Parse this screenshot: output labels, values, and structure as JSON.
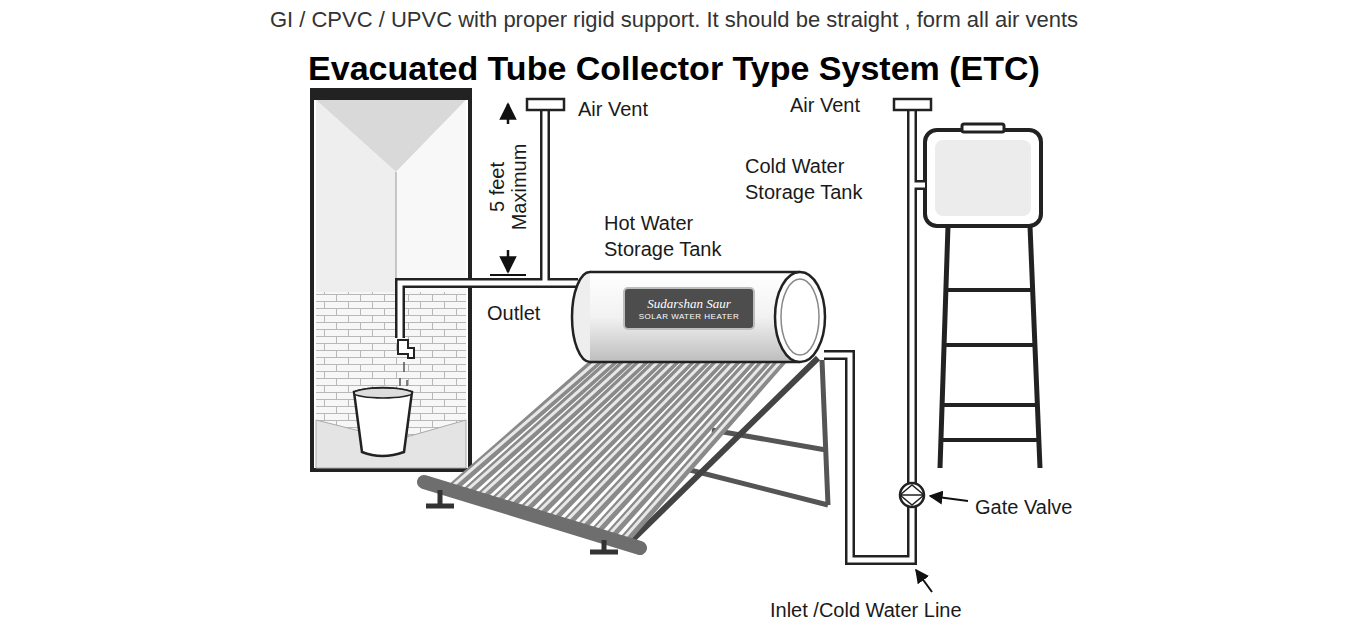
{
  "diagram": {
    "title": "Evacuated Tube Collector Type System (ETC)",
    "nodes": [
      {
        "text": [
          "Sudarshan Saur",
          "SOLAR WATER HEATER"
        ]
      }
    ],
    "labels": [
      "GI / CPVC / UPVC with proper rigid support. It should be straight , form all air vents",
      "Air Vent",
      "5 feet Maximum",
      "Hot Water Storage Tank",
      "Outlet",
      "Air Vent",
      "Cold Water Storage Tank",
      "Gate Valve",
      "Inlet /Cold Water Line"
    ]
  }
}
